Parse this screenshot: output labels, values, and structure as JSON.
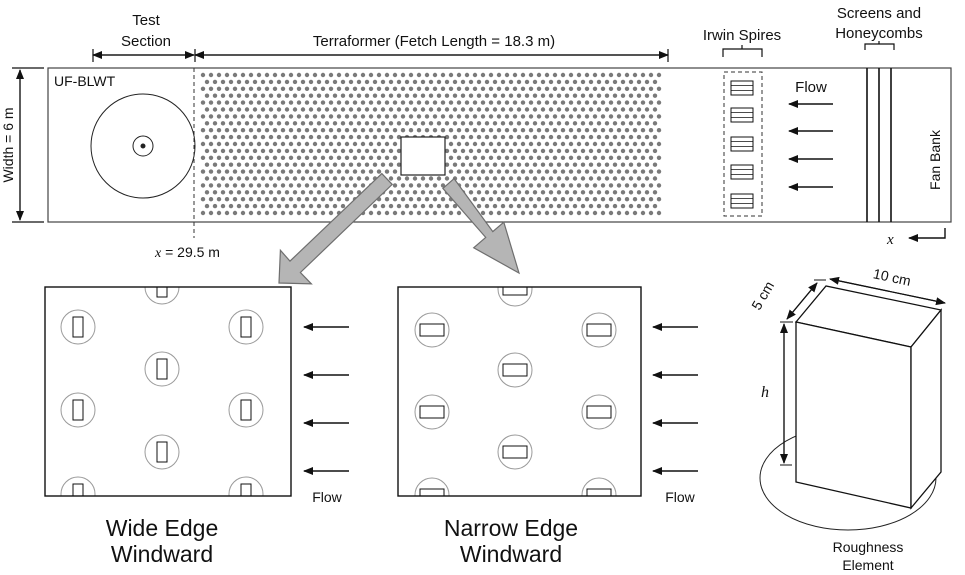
{
  "labels": {
    "test_section_line1": "Test",
    "test_section_line2": "Section",
    "terraformer": "Terraformer (Fetch Length = 18.3 m)",
    "irwin_spires": "Irwin Spires",
    "screens_line1": "Screens and",
    "screens_line2": "Honeycombs",
    "tunnel_name": "UF-BLWT",
    "width_label": "Width = 6 m",
    "flow_top": "Flow",
    "fan_bank": "Fan Bank",
    "x_position_var": "x",
    "x_position_value": " = 29.5 m",
    "x_axis_var": "x",
    "flow_left": "Flow",
    "flow_right": "Flow",
    "wide_line1": "Wide Edge",
    "wide_line2": "Windward",
    "narrow_line1": "Narrow Edge",
    "narrow_line2": "Windward",
    "dim_5cm": "5 cm",
    "dim_10cm": "10 cm",
    "dim_h": "h",
    "roughness_line1": "Roughness",
    "roughness_line2": "Element"
  },
  "colors": {
    "stroke": "#111111",
    "terraformer_dots": "#7a7a7a",
    "pad_circle": "#9a9a9a",
    "zoom_arrow_fill": "#b5b5b5",
    "zoom_arrow_stroke": "#6e6e6e"
  }
}
